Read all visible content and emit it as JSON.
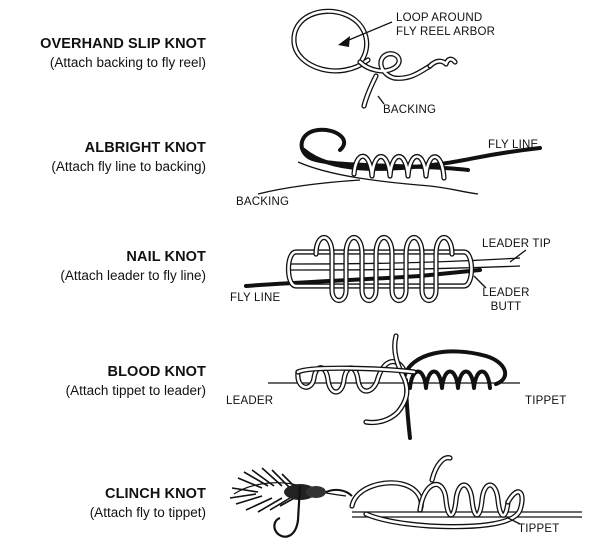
{
  "knots": [
    {
      "title": "OVERHAND SLIP KNOT",
      "subtitle": "(Attach backing to fly reel)",
      "callouts": {
        "loop": [
          "LOOP AROUND",
          "FLY REEL ARBOR"
        ],
        "backing": "BACKING"
      }
    },
    {
      "title": "ALBRIGHT KNOT",
      "subtitle": "(Attach fly line to backing)",
      "callouts": {
        "fly_line": "FLY LINE",
        "backing": "BACKING"
      }
    },
    {
      "title": "NAIL KNOT",
      "subtitle": "(Attach leader to fly line)",
      "callouts": {
        "leader_tip": "LEADER TIP",
        "leader_butt": [
          "LEADER",
          "BUTT"
        ],
        "fly_line": "FLY LINE"
      }
    },
    {
      "title": "BLOOD KNOT",
      "subtitle": "(Attach tippet to leader)",
      "callouts": {
        "leader": "LEADER",
        "tippet": "TIPPET"
      }
    },
    {
      "title": "CLINCH KNOT",
      "subtitle": "(Attach fly to tippet)",
      "callouts": {
        "tippet": "TIPPET"
      }
    }
  ]
}
